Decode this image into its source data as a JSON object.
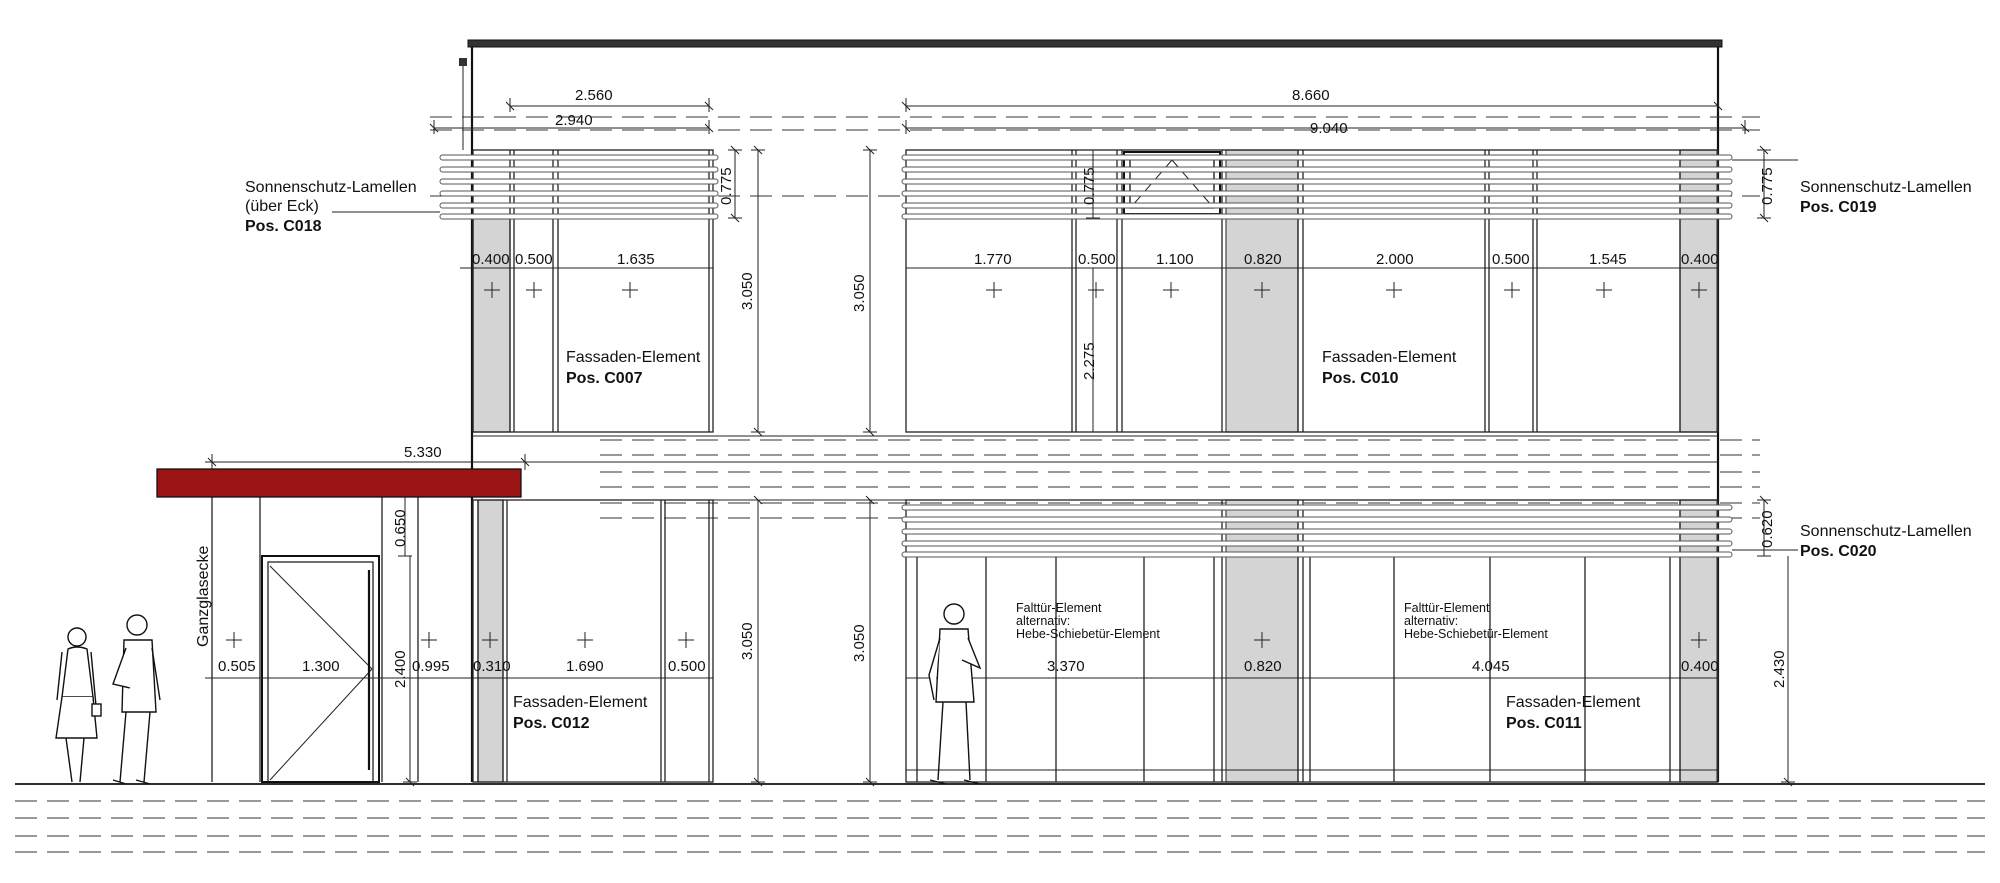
{
  "colors": {
    "canopy": "#9b1414",
    "glass_panel": "#d4d4d4",
    "line": "#111111"
  },
  "dims_upper_left": {
    "d2560": "2.560",
    "d2940": "2.940",
    "d0775": "0.775",
    "d3050": "3.050",
    "d0400": "0.400",
    "d0500": "0.500",
    "d1635": "1.635"
  },
  "dims_upper_right": {
    "d8660": "8.660",
    "d9040": "9.040",
    "d0775a": "0.775",
    "d0775b": "0.775",
    "d3050": "3.050",
    "d2275": "2.275",
    "d1770": "1.770",
    "d0500a": "0.500",
    "d1100": "1.100",
    "d0820": "0.820",
    "d2000": "2.000",
    "d0500b": "0.500",
    "d1545": "1.545",
    "d0400": "0.400"
  },
  "dims_lower_left": {
    "d5330": "5.330",
    "d0650": "0.650",
    "d2400": "2.400",
    "d3050": "3.050",
    "d0505": "0.505",
    "d1300": "1.300",
    "d0995": "0.995",
    "d0310": "0.310",
    "d1690": "1.690",
    "d0500": "0.500"
  },
  "dims_lower_right": {
    "d3050": "3.050",
    "d0620": "0.620",
    "d2430": "2.430",
    "d3370": "3.370",
    "d0820": "0.820",
    "d4045": "4.045",
    "d0400": "0.400"
  },
  "labels": {
    "c018_line1": "Sonnenschutz-Lamellen",
    "c018_line2": "(über Eck)",
    "c018_pos": "Pos. C018",
    "c019_line1": "Sonnenschutz-Lamellen",
    "c019_pos": "Pos. C019",
    "c020_line1": "Sonnenschutz-Lamellen",
    "c020_pos": "Pos. C020",
    "c007_line1": "Fassaden-Element",
    "c007_pos": "Pos. C007",
    "c010_line1": "Fassaden-Element",
    "c010_pos": "Pos. C010",
    "c012_line1": "Fassaden-Element",
    "c012_pos": "Pos. C012",
    "c011_line1": "Fassaden-Element",
    "c011_pos": "Pos. C011",
    "falt1_l1": "Falttür-Element",
    "falt1_l2": "alternativ:",
    "falt1_l3": "Hebe-Schiebetür-Element",
    "falt2_l1": "Falttür-Element",
    "falt2_l2": "alternativ:",
    "falt2_l3": "Hebe-Schiebetür-Element",
    "ganzglasecke": "Ganzglasecke"
  }
}
